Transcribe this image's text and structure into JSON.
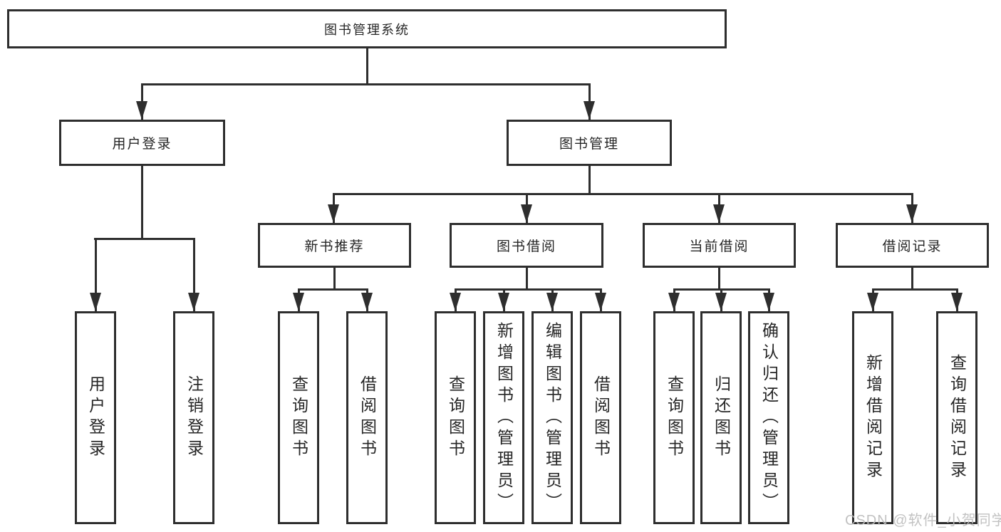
{
  "diagram": {
    "root": {
      "label": "图书管理系统"
    },
    "branches": [
      {
        "label": "用户登录",
        "children": [
          {
            "label": "用户登录"
          },
          {
            "label": "注销登录"
          }
        ]
      },
      {
        "label": "图书管理",
        "children": [
          {
            "label": "新书推荐",
            "children": [
              {
                "label": "查询图书"
              },
              {
                "label": "借阅图书"
              }
            ]
          },
          {
            "label": "图书借阅",
            "children": [
              {
                "label": "查询图书"
              },
              {
                "label": "新增图书（管理员）"
              },
              {
                "label": "编辑图书（管理员）"
              },
              {
                "label": "借阅图书"
              }
            ]
          },
          {
            "label": "当前借阅",
            "children": [
              {
                "label": "查询图书"
              },
              {
                "label": "归还图书"
              },
              {
                "label": "确认归还（管理员）"
              }
            ]
          },
          {
            "label": "借阅记录",
            "children": [
              {
                "label": "新增借阅记录"
              },
              {
                "label": "查询借阅记录"
              }
            ]
          }
        ]
      }
    ]
  },
  "watermark": {
    "text": "CSDN @软件_小贺同学"
  },
  "colors": {
    "line": "#2e2e2e",
    "text": "#262626",
    "background": "#ffffff",
    "watermark": "#bdbdbd"
  }
}
